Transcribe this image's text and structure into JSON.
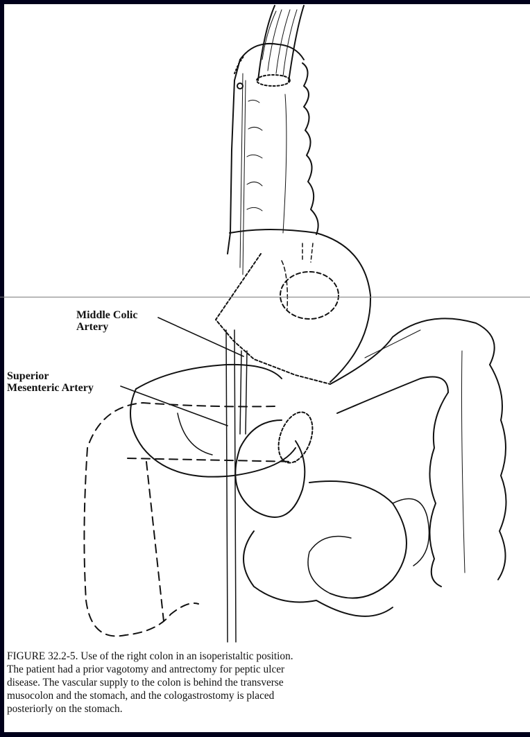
{
  "figure": {
    "labels": {
      "middle_colic": "Middle Colic\nArtery",
      "superior_mesenteric": "Superior\nMesenteric Artery"
    },
    "caption_lines": [
      "FIGURE 32.2-5. Use of the right colon in an isoperistaltic position.",
      "The patient had a prior vagotomy and antrectomy for peptic ulcer",
      "disease. The vascular supply to the colon is behind the transverse",
      "musocolon and the stomach, and the cologastrostomy is placed",
      "posteriorly on the stomach."
    ]
  },
  "colors": {
    "background": "#00001a",
    "panel": "#ffffff",
    "ink": "#111111"
  }
}
